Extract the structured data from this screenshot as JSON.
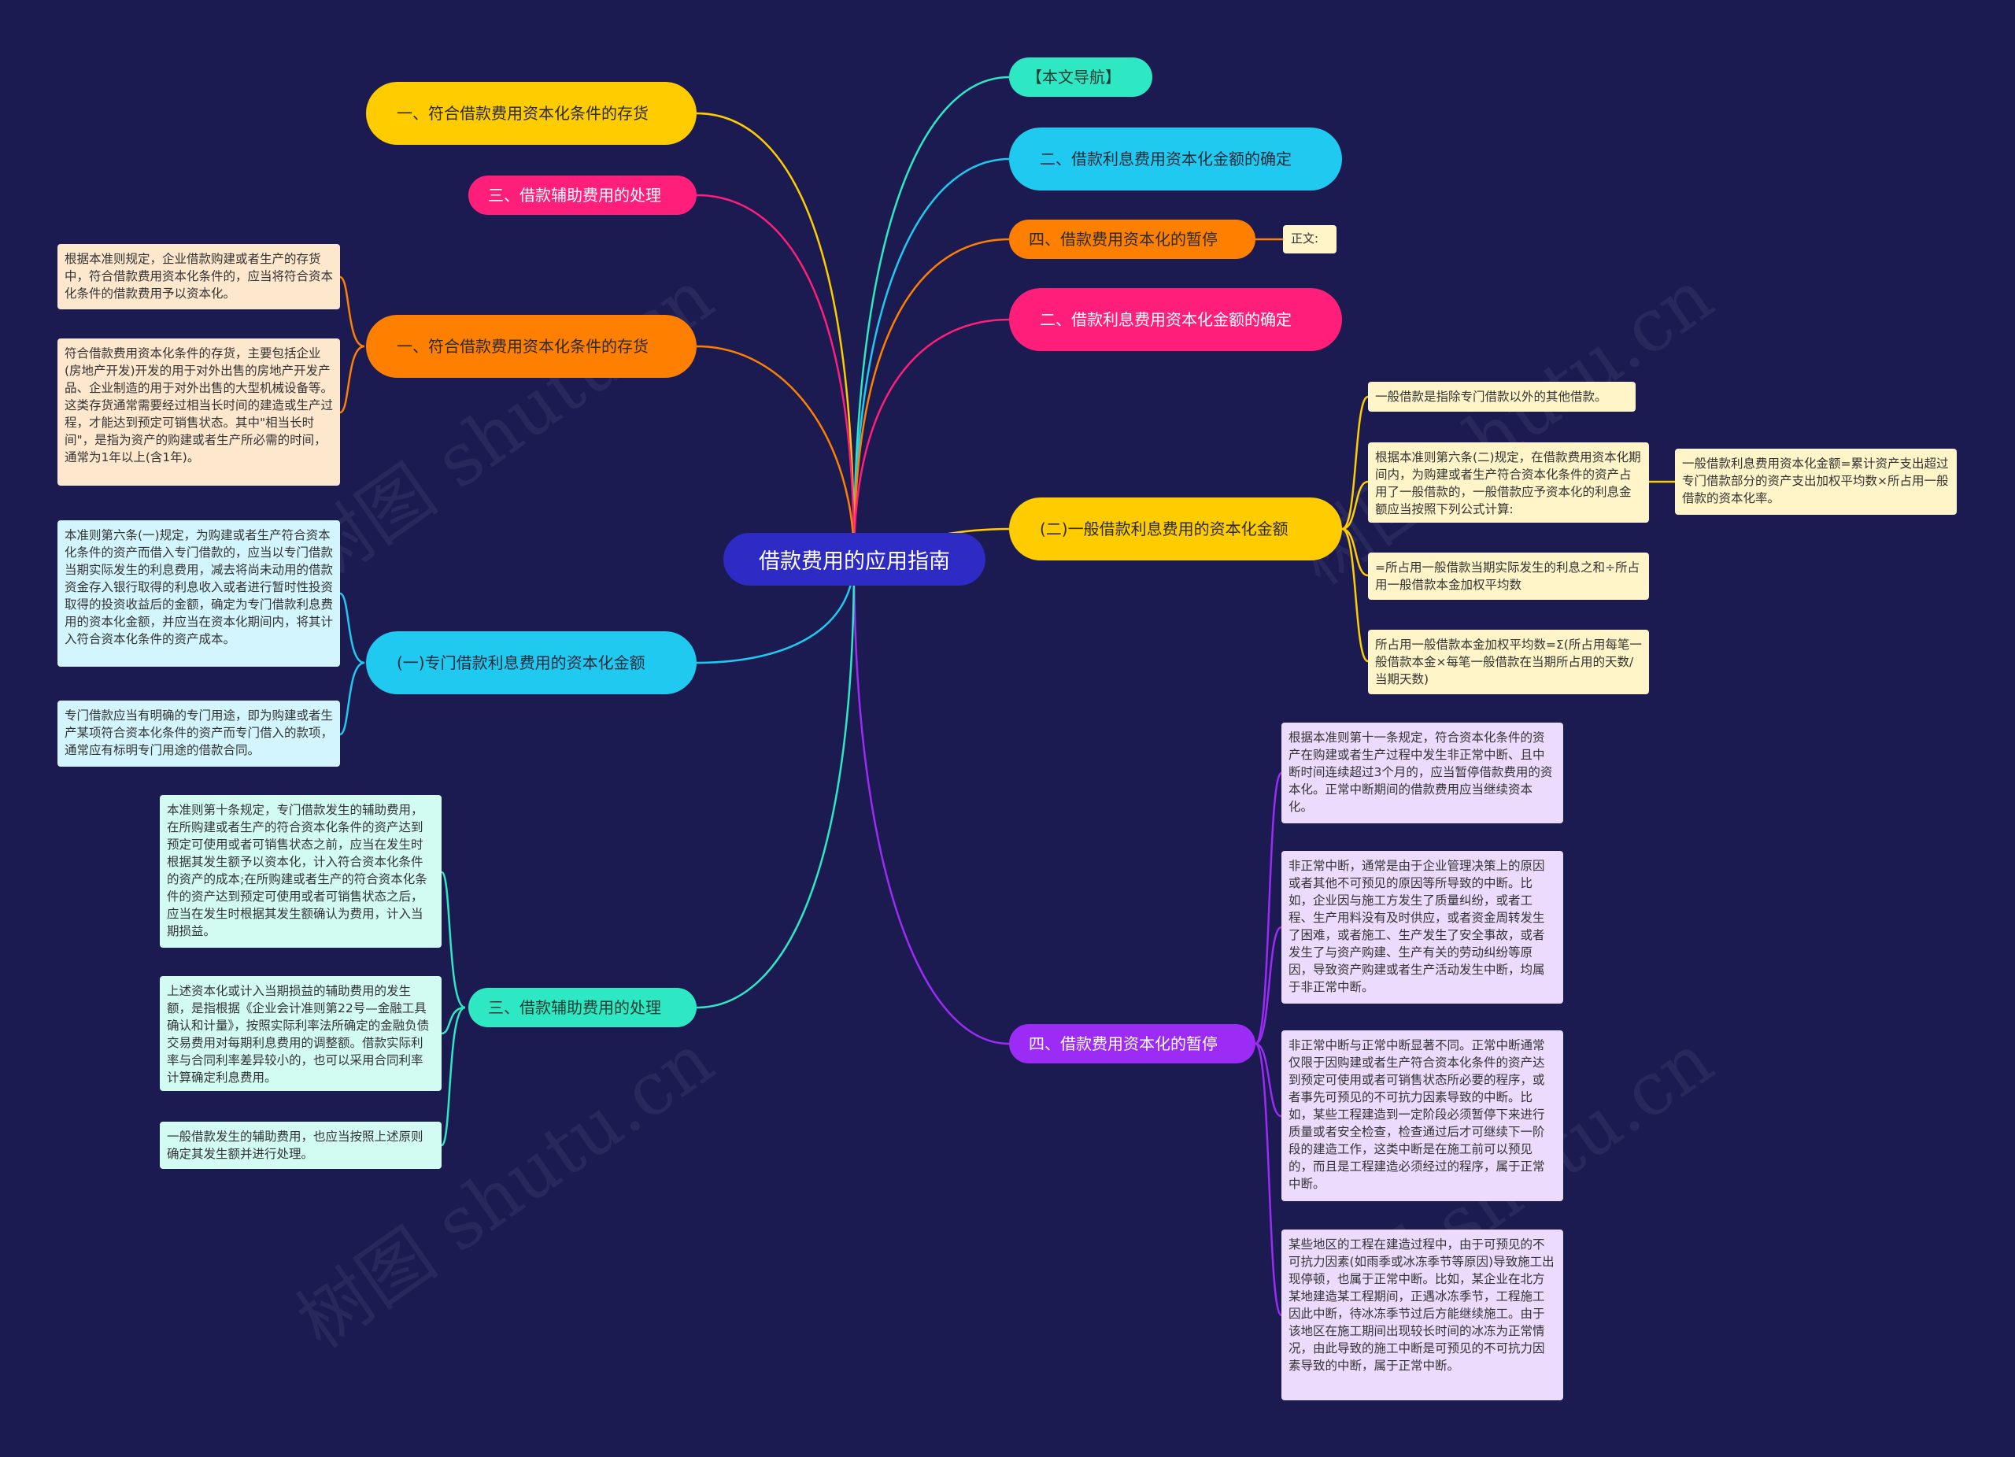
{
  "title": "借款费用的应用指南",
  "watermark": "树图 shutu.cn",
  "colors": {
    "background": "#1b1b52",
    "root": "#2e2ac4",
    "yellow": "#ffcc00",
    "pink": "#ff1f7a",
    "orange": "#ff7f00",
    "blue": "#1fc9ef",
    "mint": "#2ee8c4",
    "purple": "#9b2bf5"
  },
  "left": {
    "b1": "一、符合借款费用资本化条件的存货",
    "b2": "三、借款辅助费用的处理",
    "b3": "一、符合借款费用资本化条件的存货",
    "b3_leaves": [
      "根据本准则规定，企业借款购建或者生产的存货中，符合借款费用资本化条件的，应当将符合资本化条件的借款费用予以资本化。",
      "符合借款费用资本化条件的存货，主要包括企业(房地产开发)开发的用于对外出售的房地产开发产品、企业制造的用于对外出售的大型机械设备等。这类存货通常需要经过相当长时间的建造或生产过程，才能达到预定可销售状态。其中\"相当长时间\"，是指为资产的购建或者生产所必需的时间，通常为1年以上(含1年)。"
    ],
    "b4": "(一)专门借款利息费用的资本化金额",
    "b4_leaves": [
      "本准则第六条(一)规定，为购建或者生产符合资本化条件的资产而借入专门借款的，应当以专门借款当期实际发生的利息费用，减去将尚未动用的借款资金存入银行取得的利息收入或者进行暂时性投资取得的投资收益后的金额，确定为专门借款利息费用的资本化金额，并应当在资本化期间内，将其计入符合资本化条件的资产成本。",
      "专门借款应当有明确的专门用途，即为购建或者生产某项符合资本化条件的资产而专门借入的款项，通常应有标明专门用途的借款合同。"
    ],
    "b5": "三、借款辅助费用的处理",
    "b5_leaves": [
      "本准则第十条规定，专门借款发生的辅助费用，在所购建或者生产的符合资本化条件的资产达到预定可使用或者可销售状态之前，应当在发生时根据其发生额予以资本化，计入符合资本化条件的资产的成本;在所购建或者生产的符合资本化条件的资产达到预定可使用或者可销售状态之后，应当在发生时根据其发生额确认为费用，计入当期损益。",
      "上述资本化或计入当期损益的辅助费用的发生额，是指根据《企业会计准则第22号—金融工具确认和计量》，按照实际利率法所确定的金融负债交易费用对每期利息费用的调整额。借款实际利率与合同利率差异较小的，也可以采用合同利率计算确定利息费用。",
      "一般借款发生的辅助费用，也应当按照上述原则确定其发生额并进行处理。"
    ]
  },
  "right": {
    "b1": "【本文导航】",
    "b2": "二、借款利息费用资本化金额的确定",
    "b3": "四、借款费用资本化的暂停",
    "b3_tag": "正文:",
    "b4": "二、借款利息费用资本化金额的确定",
    "b5": "(二)一般借款利息费用的资本化金额",
    "b5_leaves": [
      "一般借款是指除专门借款以外的其他借款。",
      "根据本准则第六条(二)规定，在借款费用资本化期间内，为购建或者生产符合资本化条件的资产占用了一般借款的，一般借款应予资本化的利息金额应当按照下列公式计算:",
      "=所占用一般借款当期实际发生的利息之和÷所占用一般借款本金加权平均数",
      "所占用一般借款本金加权平均数=Σ(所占用每笔一般借款本金×每笔一般借款在当期所占用的天数/当期天数)"
    ],
    "b5_sub": "一般借款利息费用资本化金额=累计资产支出超过专门借款部分的资产支出加权平均数×所占用一般借款的资本化率。",
    "b6": "四、借款费用资本化的暂停",
    "b6_leaves": [
      "根据本准则第十一条规定，符合资本化条件的资产在购建或者生产过程中发生非正常中断、且中断时间连续超过3个月的，应当暂停借款费用的资本化。正常中断期间的借款费用应当继续资本化。",
      "非正常中断，通常是由于企业管理决策上的原因或者其他不可预见的原因等所导致的中断。比如，企业因与施工方发生了质量纠纷，或者工程、生产用料没有及时供应，或者资金周转发生了困难，或者施工、生产发生了安全事故，或者发生了与资产购建、生产有关的劳动纠纷等原因，导致资产购建或者生产活动发生中断，均属于非正常中断。",
      "非正常中断与正常中断显著不同。正常中断通常仅限于因购建或者生产符合资本化条件的资产达到预定可使用或者可销售状态所必要的程序，或者事先可预见的不可抗力因素导致的中断。比如，某些工程建造到一定阶段必须暂停下来进行质量或者安全检查，检查通过后才可继续下一阶段的建造工作，这类中断是在施工前可以预见的，而且是工程建造必须经过的程序，属于正常中断。",
      "某些地区的工程在建造过程中，由于可预见的不可抗力因素(如雨季或冰冻季节等原因)导致施工出现停顿，也属于正常中断。比如，某企业在北方某地建造某工程期间，正遇冰冻季节，工程施工因此中断，待冰冻季节过后方能继续施工。由于该地区在施工期间出现较长时间的冰冻为正常情况，由此导致的施工中断是可预见的不可抗力因素导致的中断，属于正常中断。"
    ]
  }
}
